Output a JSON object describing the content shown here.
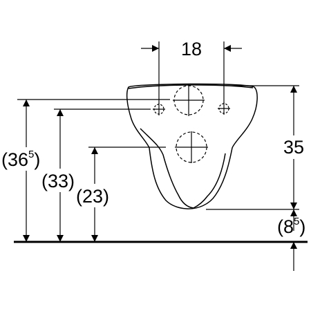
{
  "dimensions": {
    "hole_spacing": "18",
    "total_height": {
      "main": "(36",
      "sup": "5",
      "close": ")"
    },
    "height_33": "(33)",
    "height_23": "(23)",
    "bowl_depth": "35",
    "floor_clearance": {
      "main": "(8",
      "sup": "5",
      "close": ")"
    }
  }
}
